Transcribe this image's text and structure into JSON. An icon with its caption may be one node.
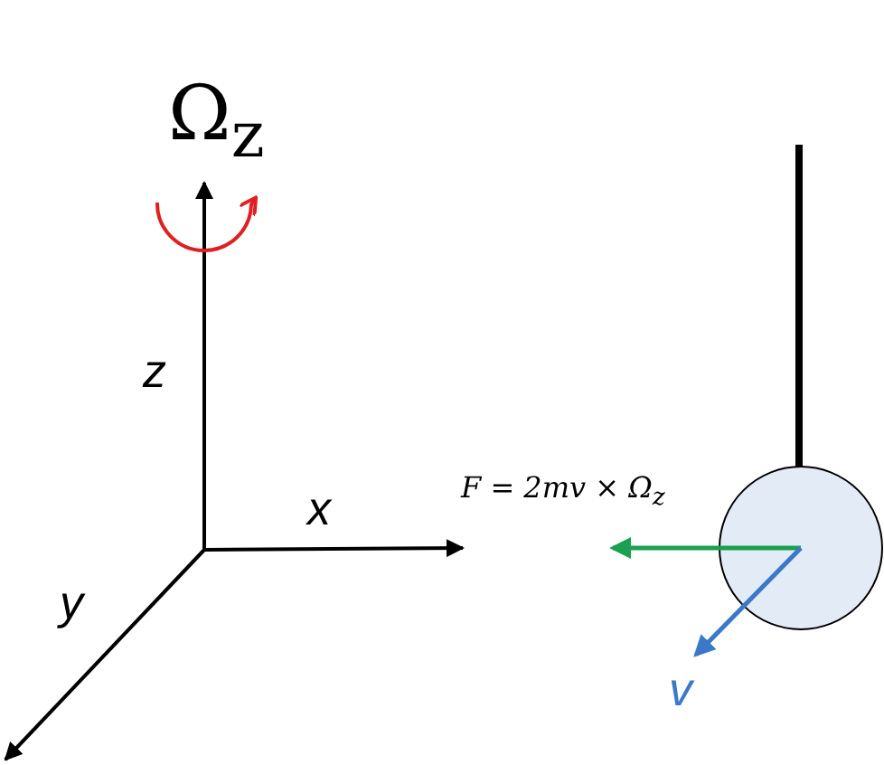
{
  "diagram": {
    "labels": [
      "Ω$_{z}$",
      "z",
      "x",
      "y",
      "F = 2mv × Ω$_{z}$",
      "v"
    ]
  }
}
